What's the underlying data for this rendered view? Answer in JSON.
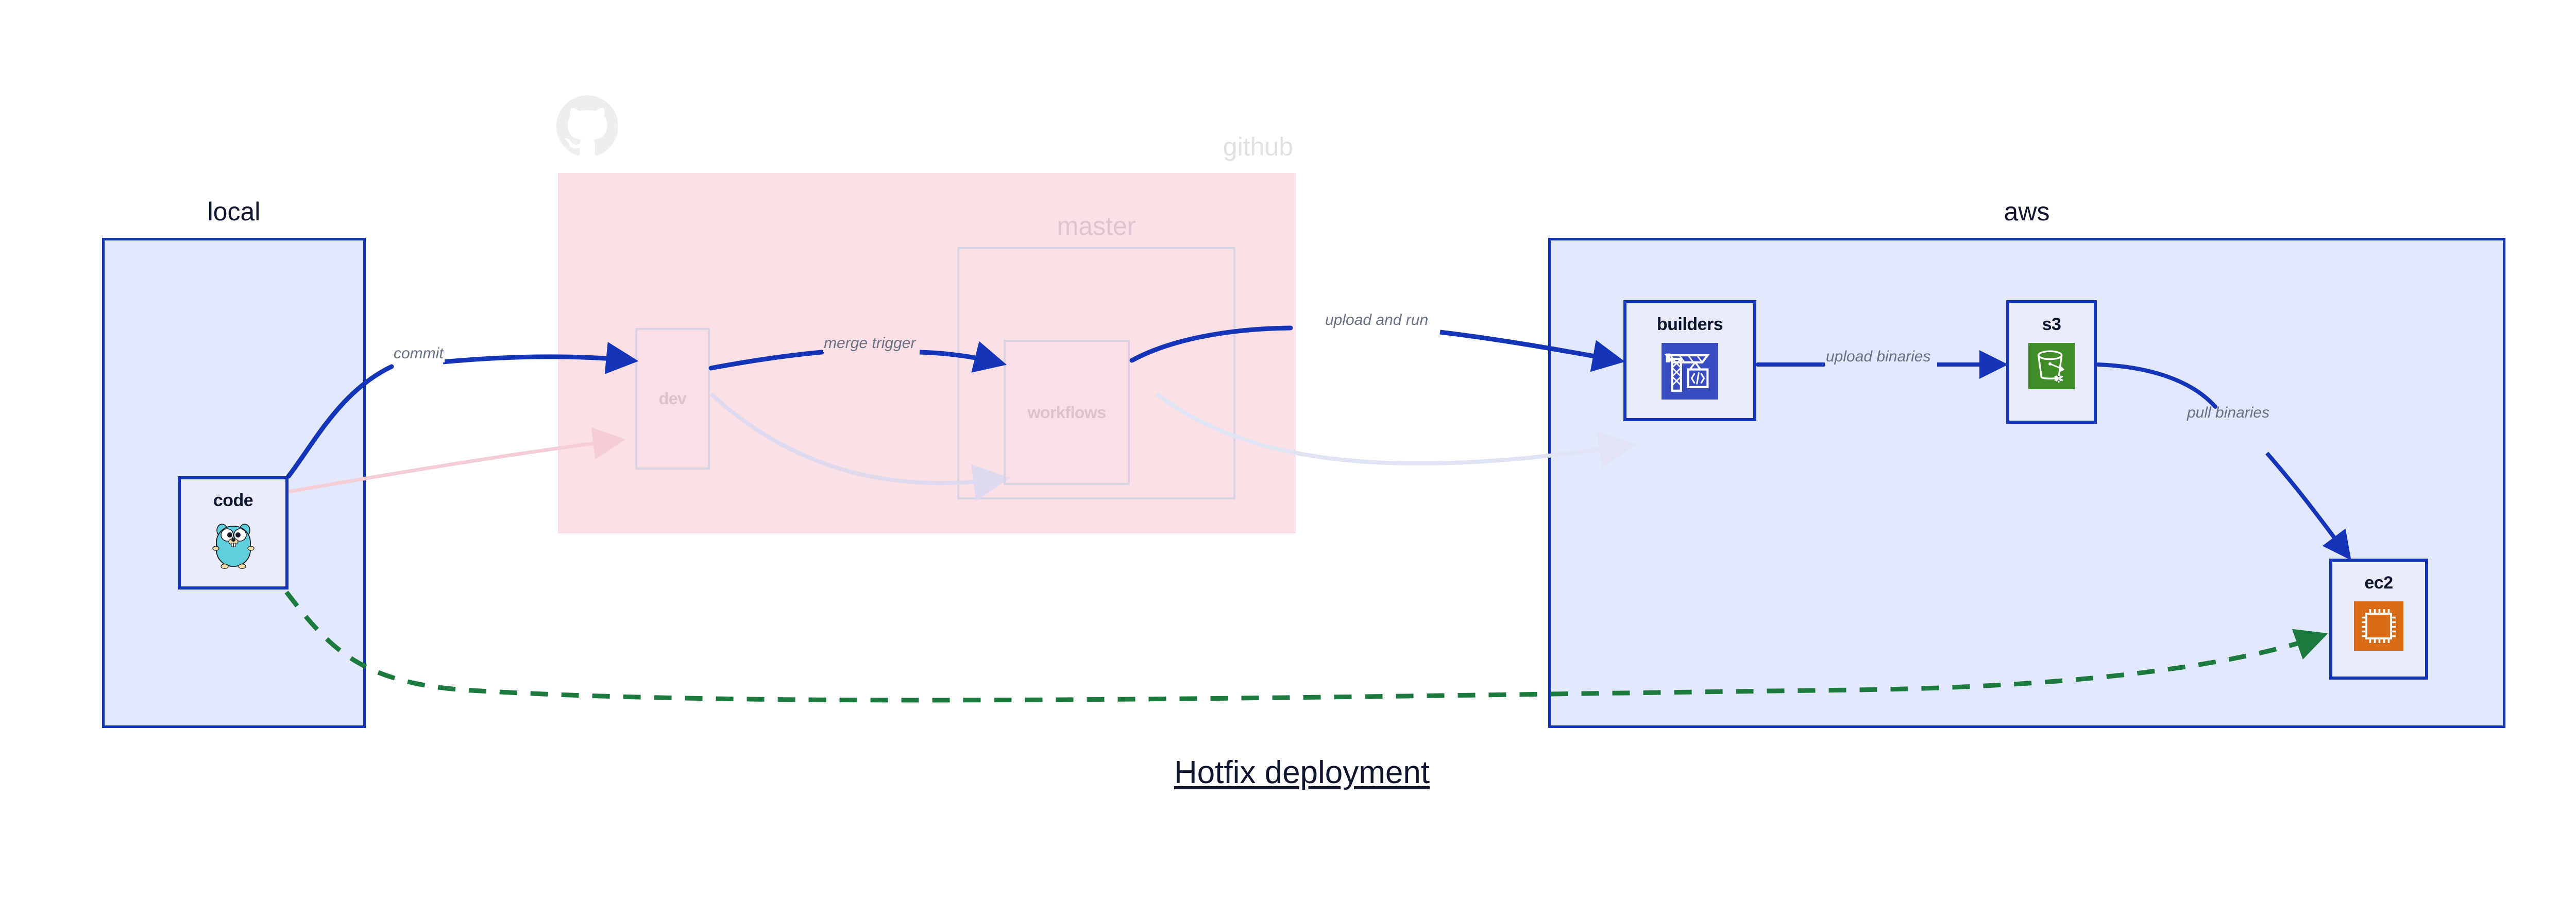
{
  "title": "Hotfix deployment",
  "colors": {
    "cluster_border": "#1535b8",
    "cluster_fill": "#e2e8fb",
    "github_fill": "#fadfe5",
    "node_fill": "#e9edfb",
    "edge_primary": "#1535b8",
    "edge_dashed": "#1c7a3e",
    "edge_ghost": "#d9d3e6",
    "label_text": "#6a7183",
    "title_text": "#10152e",
    "builders_icon": "#3b4cc0",
    "s3_icon": "#3f8c29",
    "ec2_icon": "#da6b16",
    "gopher": "#5fcfdd"
  },
  "clusters": [
    {
      "id": "local",
      "label": "local"
    },
    {
      "id": "github",
      "label": "github"
    },
    {
      "id": "master",
      "label": "master"
    },
    {
      "id": "aws",
      "label": "aws"
    }
  ],
  "nodes": [
    {
      "id": "code",
      "label": "code",
      "icon": "go-gopher-icon",
      "group": "local",
      "state": "active"
    },
    {
      "id": "dev",
      "label": "dev",
      "icon": "none",
      "group": "github",
      "state": "faded"
    },
    {
      "id": "workflows",
      "label": "workflows",
      "icon": "none",
      "group": "master",
      "state": "faded"
    },
    {
      "id": "builders",
      "label": "builders",
      "icon": "crane-code-icon",
      "group": "aws",
      "state": "active"
    },
    {
      "id": "s3",
      "label": "s3",
      "icon": "s3-bucket-icon",
      "group": "aws",
      "state": "active"
    },
    {
      "id": "ec2",
      "label": "ec2",
      "icon": "cpu-chip-icon",
      "group": "aws",
      "state": "active"
    }
  ],
  "edges": [
    {
      "id": "e1",
      "from": "code",
      "to": "dev",
      "label": "commit",
      "style": "solid",
      "color": "#1535b8"
    },
    {
      "id": "e2",
      "from": "dev",
      "to": "workflows",
      "label": "merge trigger",
      "style": "solid",
      "color": "#1535b8"
    },
    {
      "id": "e3",
      "from": "workflows",
      "to": "builders",
      "label": "upload and run",
      "style": "solid",
      "color": "#1535b8"
    },
    {
      "id": "e4",
      "from": "builders",
      "to": "s3",
      "label": "upload binaries",
      "style": "solid",
      "color": "#1535b8"
    },
    {
      "id": "e5",
      "from": "s3",
      "to": "ec2",
      "label": "pull binaries",
      "style": "solid",
      "color": "#1535b8"
    },
    {
      "id": "e6",
      "from": "code",
      "to": "ec2",
      "label": "",
      "style": "dashed",
      "color": "#1c7a3e"
    },
    {
      "id": "e7",
      "from": "code",
      "to": "dev",
      "label": "",
      "style": "ghost",
      "color": "#f5cdd6"
    },
    {
      "id": "e8",
      "from": "dev",
      "to": "workflows",
      "label": "",
      "style": "ghost",
      "color": "#ded9ee"
    },
    {
      "id": "e9",
      "from": "workflows",
      "to": "builders",
      "label": "",
      "style": "ghost",
      "color": "#dee2f2"
    }
  ]
}
